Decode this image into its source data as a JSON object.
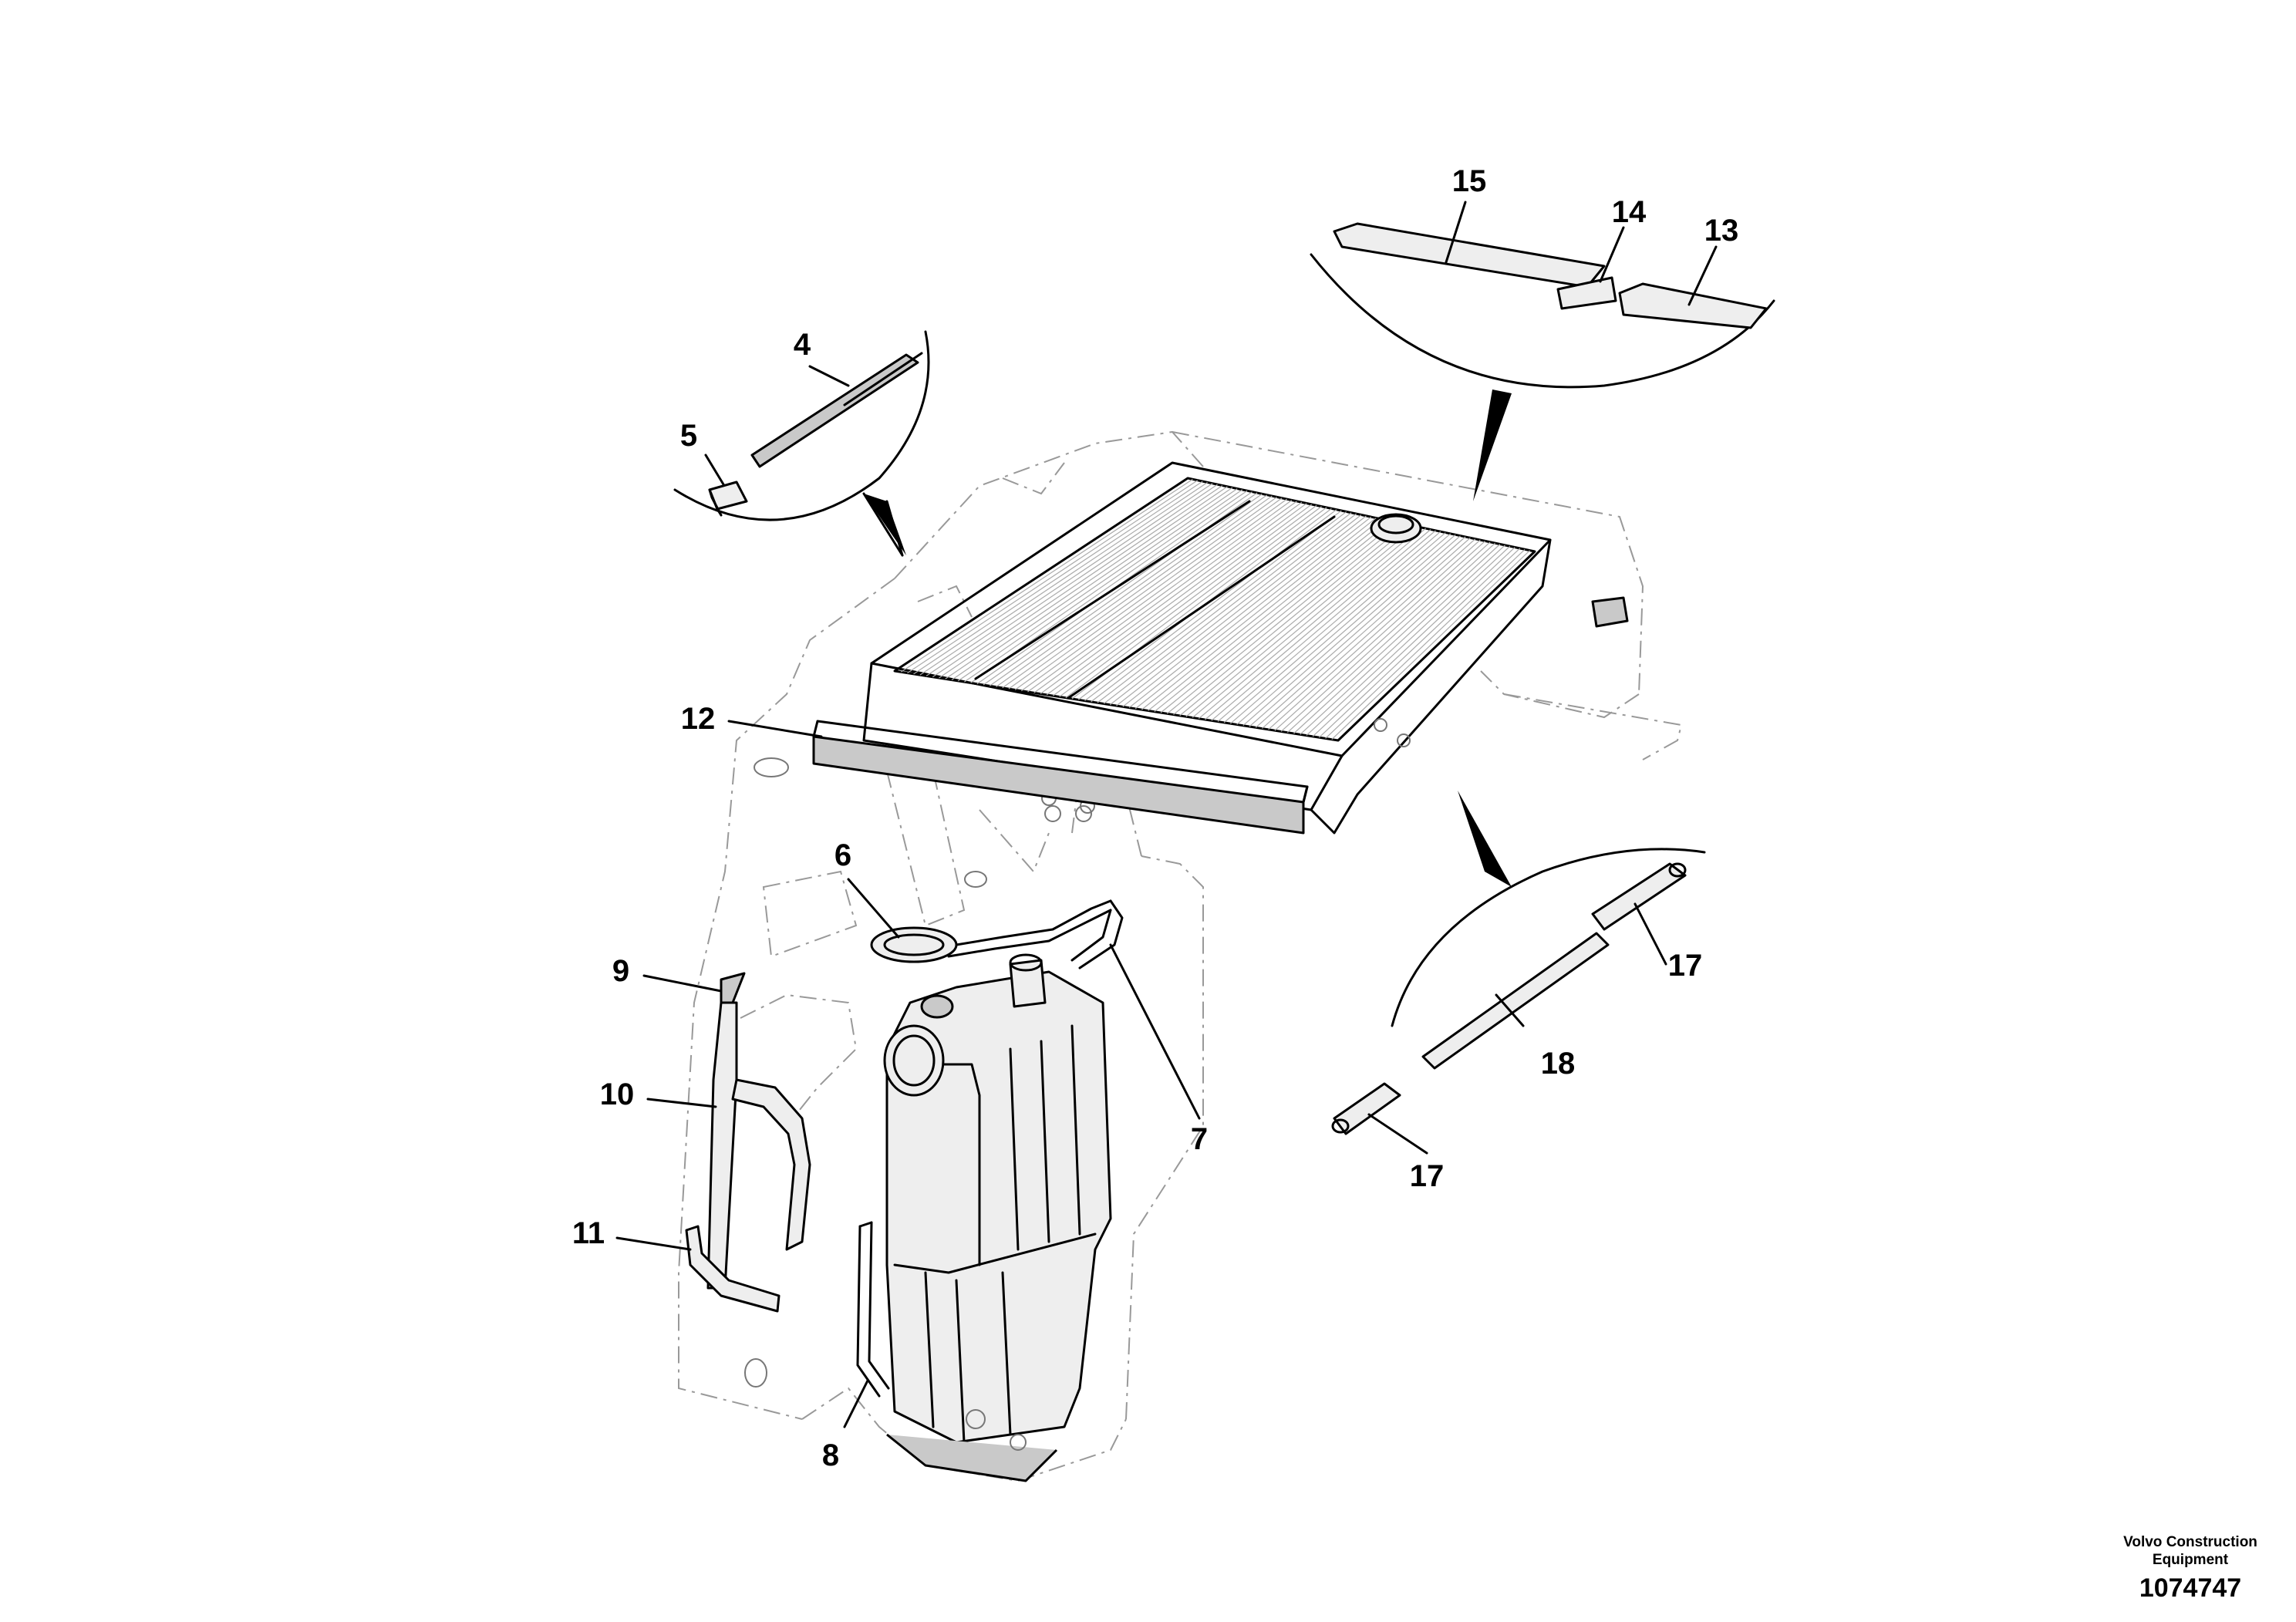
{
  "diagram": {
    "callouts": {
      "c4": "4",
      "c5": "5",
      "c6": "6",
      "c7": "7",
      "c8": "8",
      "c9": "9",
      "c10": "10",
      "c11": "11",
      "c12": "12",
      "c13": "13",
      "c14": "14",
      "c15": "15",
      "c17a": "17",
      "c17b": "17",
      "c18": "18"
    }
  },
  "footer": {
    "company_line1": "Volvo Construction",
    "company_line2": "Equipment",
    "drawing_number": "1074747"
  }
}
